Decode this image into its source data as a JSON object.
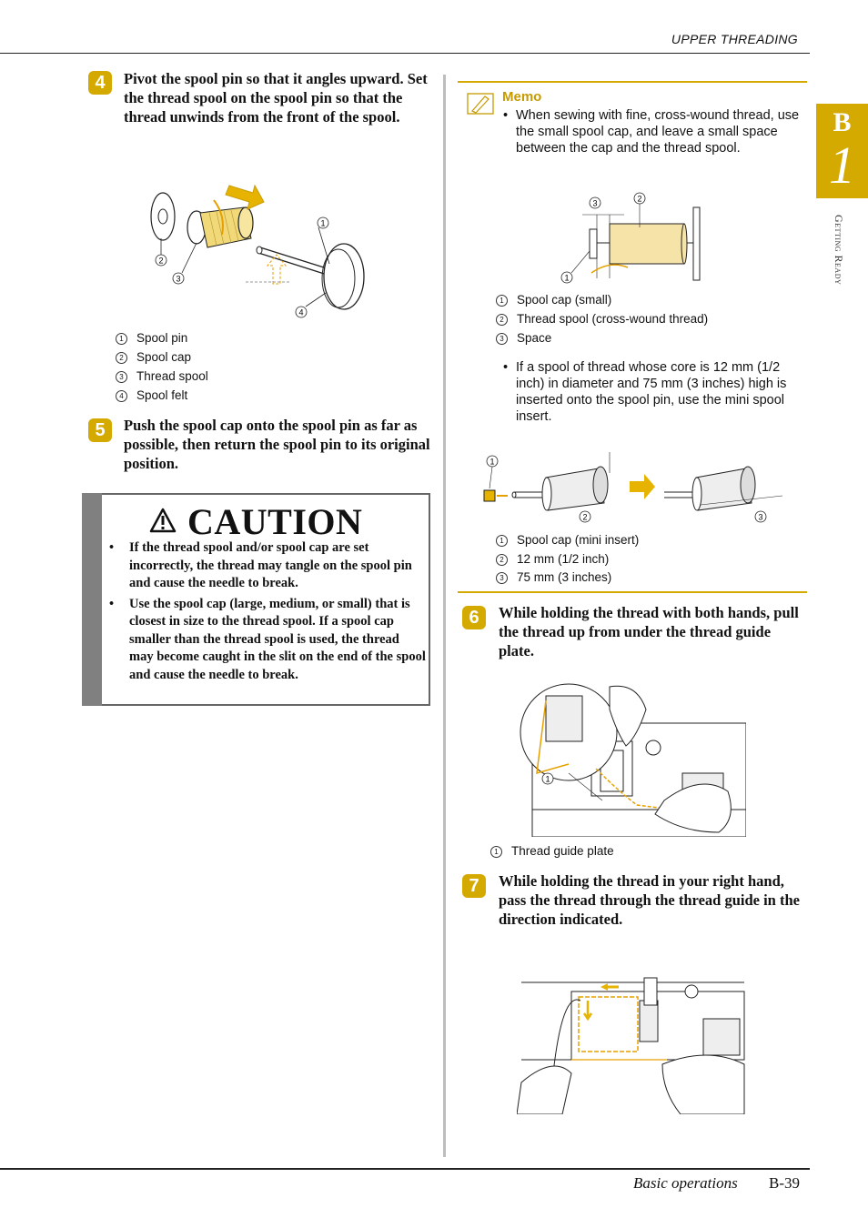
{
  "header": {
    "title": "UPPER THREADING"
  },
  "side_tab": {
    "letter": "B",
    "number": "1",
    "label": "Getting Ready"
  },
  "step4": {
    "number": "4",
    "text": "Pivot the spool pin so that it angles upward. Set the thread spool on the spool pin so that the thread unwinds from the front of the spool.",
    "legend": [
      {
        "num": "1",
        "label": "Spool pin"
      },
      {
        "num": "2",
        "label": "Spool cap"
      },
      {
        "num": "3",
        "label": "Thread spool"
      },
      {
        "num": "4",
        "label": "Spool felt"
      }
    ]
  },
  "step5": {
    "number": "5",
    "text": "Push the spool cap onto the spool pin as far as possible, then return the spool pin to its original position."
  },
  "caution": {
    "title": "CAUTION",
    "items": [
      "If the thread spool and/or spool cap are set incorrectly, the thread may tangle on the spool pin and cause the needle to break.",
      "Use the spool cap (large, medium, or small) that is closest in size to the thread spool. If a spool cap smaller than the thread spool is used, the thread may become caught in the slit on the end of the spool and cause the needle to break."
    ]
  },
  "memo": {
    "title": "Memo",
    "item1": "When sewing with fine, cross-wound thread, use the small spool cap, and leave a small space between the cap and the thread spool.",
    "legend1": [
      {
        "num": "1",
        "label": "Spool cap (small)"
      },
      {
        "num": "2",
        "label": "Thread spool (cross-wound thread)"
      },
      {
        "num": "3",
        "label": "Space"
      }
    ],
    "item2": "If a spool of thread whose core is 12 mm (1/2 inch) in diameter and 75 mm (3 inches) high is inserted onto the spool pin, use the mini spool insert.",
    "legend2": [
      {
        "num": "1",
        "label": "Spool cap (mini insert)"
      },
      {
        "num": "2",
        "label": "12 mm (1/2 inch)"
      },
      {
        "num": "3",
        "label": "75 mm (3 inches)"
      }
    ]
  },
  "step6": {
    "number": "6",
    "text": "While holding the thread with both hands, pull the thread up from under the thread guide plate.",
    "legend": [
      {
        "num": "1",
        "label": "Thread guide plate"
      }
    ]
  },
  "step7": {
    "number": "7",
    "text": "While holding the thread in your right hand, pass the thread through the thread guide in the direction indicated."
  },
  "figure_labels": {
    "n1": "1",
    "n2": "2",
    "n3": "3",
    "n4": "4"
  },
  "footer": {
    "section": "Basic operations",
    "page": "B-39"
  },
  "colors": {
    "accent": "#d4a900",
    "caution_bar": "#808080",
    "memo_title": "#c79a00"
  }
}
